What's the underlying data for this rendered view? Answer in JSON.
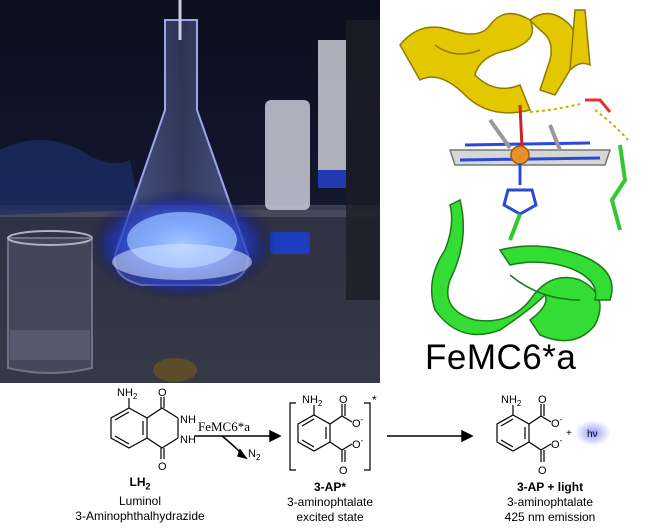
{
  "figure": {
    "enzyme_title": "FeMC6*a"
  },
  "scheme": {
    "reactant": {
      "label": "LH",
      "label_sub": "2",
      "name": "Luminol",
      "iupac": "3-Aminophthalhydrazide",
      "atoms": {
        "amine": "NH",
        "amine_sub": "2",
        "o1": "O",
        "o2": "O",
        "nh1": "NH",
        "nh2": "NH"
      }
    },
    "catalyst_label": "FeMC6*a",
    "byproduct": {
      "text": "N",
      "sub": "2"
    },
    "excited": {
      "label": "3-AP*",
      "line1": "3-aminophtalate",
      "line2": "excited state",
      "star": "*",
      "atoms": {
        "amine": "NH",
        "amine_sub": "2",
        "o": "O",
        "o_minus": "O",
        "charge": "-"
      }
    },
    "product": {
      "label": "3-AP + light",
      "line1": "3-aminophtalate",
      "line2": "425 nm emission",
      "plus": "+",
      "hv": "hν",
      "atoms": {
        "amine": "NH",
        "amine_sub": "2",
        "o": "O",
        "o_minus": "O",
        "charge": "-"
      }
    }
  }
}
